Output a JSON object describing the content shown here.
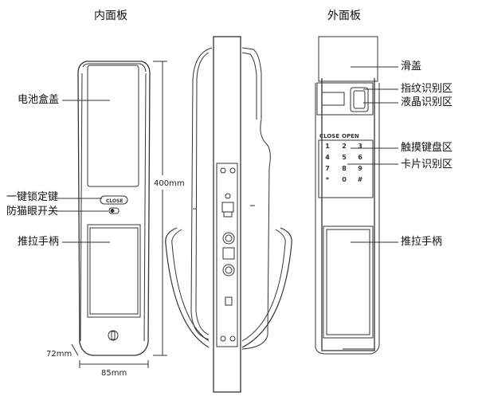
{
  "titles": {
    "inner": "内面板",
    "outer": "外面板"
  },
  "labels_left": {
    "battery_cover": "电池盒盖",
    "one_key_lock": "一键锁定键",
    "anti_peep_switch": "防猫眼开关",
    "push_pull_handle": "推拉手柄"
  },
  "labels_right": {
    "slide_cover": "滑盖",
    "fingerprint_area": "指纹识别区",
    "lcd_area": "液晶识别区",
    "touch_keypad": "触摸键盘区",
    "card_area": "卡片识别区",
    "push_pull_handle": "推拉手柄"
  },
  "dimensions": {
    "height": "400mm",
    "width": "85mm",
    "depth": "72mm"
  },
  "button_text": "CLOSE",
  "keypad": {
    "close": "CLOSE",
    "open": "OPEN",
    "keys": [
      "1",
      "2",
      "3",
      "4",
      "5",
      "6",
      "7",
      "8",
      "9",
      "*",
      "0",
      "#"
    ]
  },
  "colors": {
    "line": "#333333",
    "fill": "#ffffff"
  }
}
